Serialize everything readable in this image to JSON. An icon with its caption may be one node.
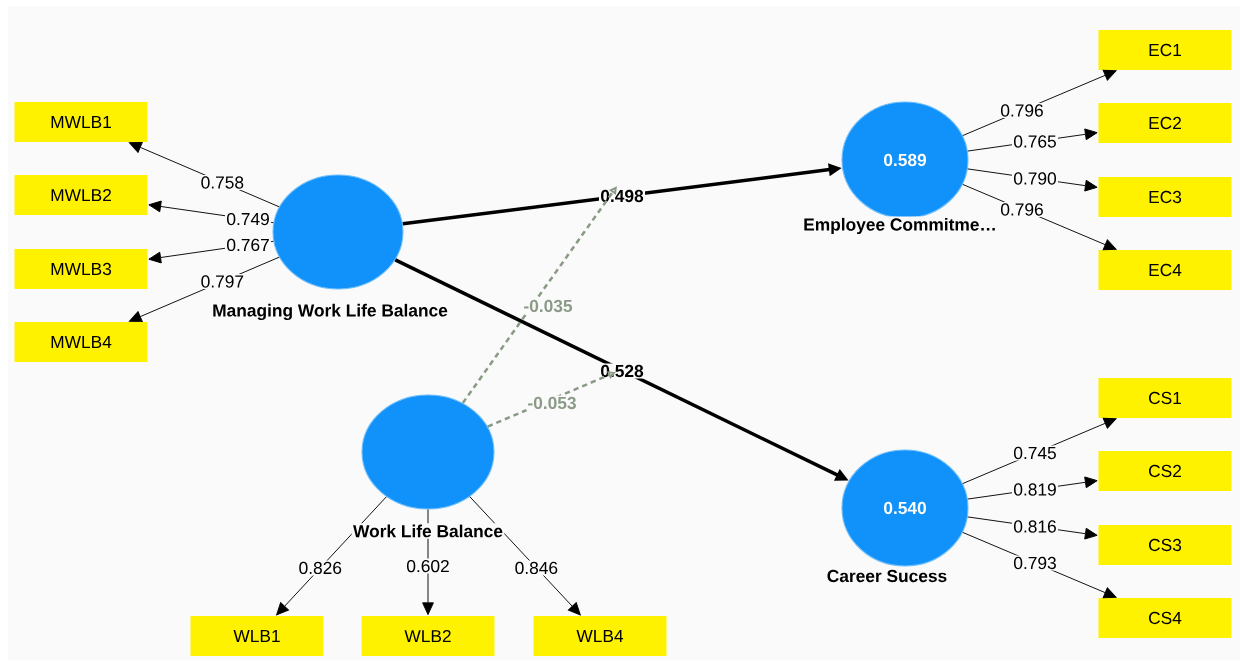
{
  "diagram": {
    "nodes": [
      {
        "text": [
          "MWLB1"
        ]
      },
      {
        "text": [
          "MWLB2"
        ]
      },
      {
        "text": [
          "MWLB3"
        ]
      },
      {
        "text": [
          "MWLB4"
        ]
      },
      {
        "text": [],
        "shape": "circle",
        "beside": [
          "Managing Work Life Balance"
        ]
      },
      {
        "text": [
          "0.589"
        ],
        "beside": [
          "Employee Commitme…"
        ]
      },
      {
        "text": [
          "EC1"
        ]
      },
      {
        "text": [
          "EC2"
        ]
      },
      {
        "text": [
          "EC3"
        ]
      },
      {
        "text": [
          "EC4"
        ]
      },
      {
        "text": [],
        "shape": "circle",
        "beside": [
          "Work Life Balance"
        ]
      },
      {
        "text": [
          "0.540"
        ],
        "beside": [
          "Career Sucess"
        ]
      },
      {
        "text": [
          "CS1"
        ]
      },
      {
        "text": [
          "CS2"
        ]
      },
      {
        "text": [
          "CS3"
        ]
      },
      {
        "text": [
          "CS4"
        ]
      },
      {
        "text": [
          "WLB1"
        ]
      },
      {
        "text": [
          "WLB2"
        ]
      },
      {
        "text": [
          "WLB4"
        ]
      }
    ],
    "edges": [
      {
        "from": 4,
        "to": 0,
        "arrow": "to",
        "label": "0.758"
      },
      {
        "from": 4,
        "to": 1,
        "arrow": "to",
        "label": "0.749"
      },
      {
        "from": 4,
        "to": 2,
        "arrow": "to",
        "label": "0.767"
      },
      {
        "from": 4,
        "to": 3,
        "arrow": "to",
        "label": "0.797"
      },
      {
        "from": 4,
        "to": 5,
        "arrow": "to",
        "label": "0.498",
        "style": "thick"
      },
      {
        "from": 4,
        "to": 11,
        "arrow": "to",
        "label": "0.528",
        "style": "thick"
      },
      {
        "from": 5,
        "to": 6,
        "arrow": "to",
        "label": "0.796"
      },
      {
        "from": 5,
        "to": 7,
        "arrow": "to",
        "label": "0.765"
      },
      {
        "from": 5,
        "to": 8,
        "arrow": "to",
        "label": "0.790"
      },
      {
        "from": 5,
        "to": 9,
        "arrow": "to",
        "label": "0.796"
      },
      {
        "from": 10,
        "to": null,
        "arrow": "to",
        "label": "-0.035",
        "style": "dashed",
        "color": "#8a9a86"
      },
      {
        "from": 10,
        "to": null,
        "arrow": "to",
        "label": "-0.053",
        "style": "dashed",
        "color": "#8a9a86"
      },
      {
        "from": 11,
        "to": 12,
        "arrow": "to",
        "label": "0.745"
      },
      {
        "from": 11,
        "to": 13,
        "arrow": "to",
        "label": "0.819"
      },
      {
        "from": 11,
        "to": 14,
        "arrow": "to",
        "label": "0.816"
      },
      {
        "from": 11,
        "to": 15,
        "arrow": "to",
        "label": "0.793"
      },
      {
        "from": 10,
        "to": 16,
        "arrow": "to",
        "label": "0.826"
      },
      {
        "from": 10,
        "to": 17,
        "arrow": "to",
        "label": "0.602"
      },
      {
        "from": 10,
        "to": 18,
        "arrow": "to",
        "label": "0.846"
      }
    ]
  }
}
